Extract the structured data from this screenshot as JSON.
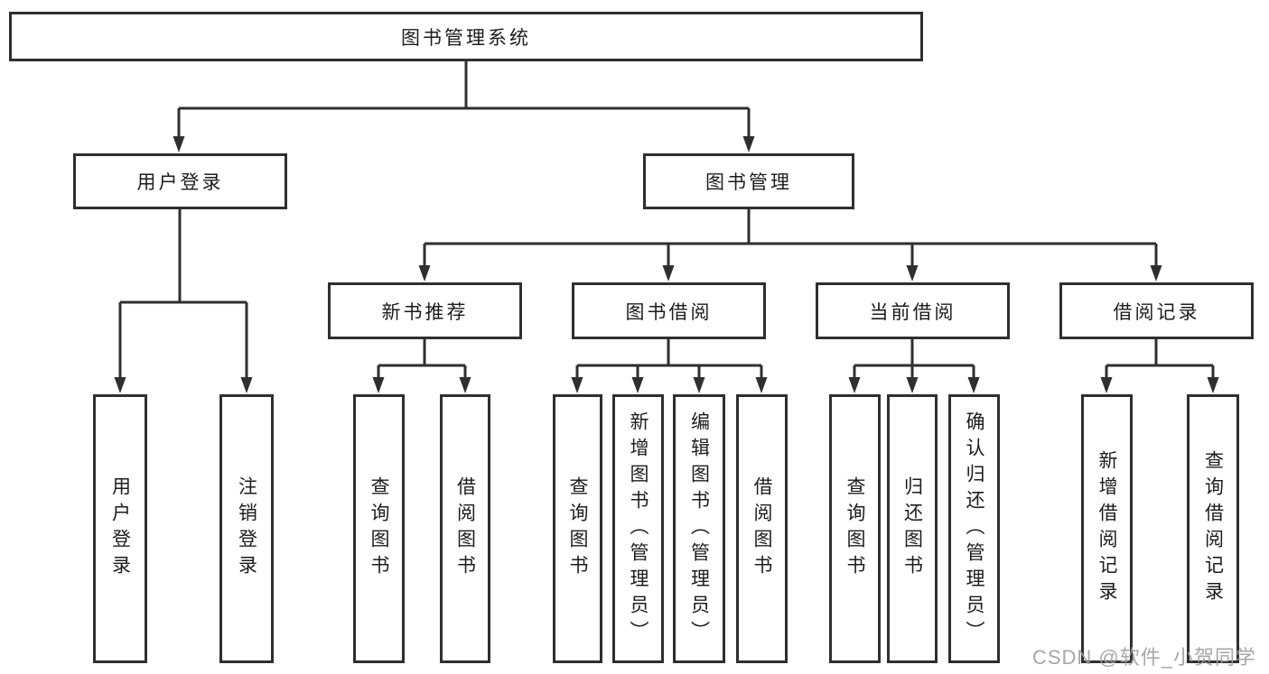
{
  "diagram_title": "图书管理系统",
  "nodes": {
    "root": "图书管理系统",
    "level2": [
      "用户登录",
      "图书管理"
    ],
    "level3": [
      "新书推荐",
      "图书借阅",
      "当前借阅",
      "借阅记录"
    ],
    "leaves": {
      "login": [
        "用户登录",
        "注销登录"
      ],
      "newbook": [
        "查询图书",
        "借阅图书"
      ],
      "borrow": [
        "查询图书",
        "新增图书（管理员）",
        "编辑图书（管理员）",
        "借阅图书"
      ],
      "current": [
        "查询图书",
        "归还图书",
        "确认归还（管理员）"
      ],
      "records": [
        "新增借阅记录",
        "查询借阅记录"
      ]
    }
  },
  "watermark": "CSDN @软件_小贺同学",
  "colors": {
    "background": "#ffffff",
    "line": "#2f2f2f",
    "box_border": "#2f2f2f",
    "text": "#1c1c1c",
    "watermark": "#9e9e9e"
  }
}
